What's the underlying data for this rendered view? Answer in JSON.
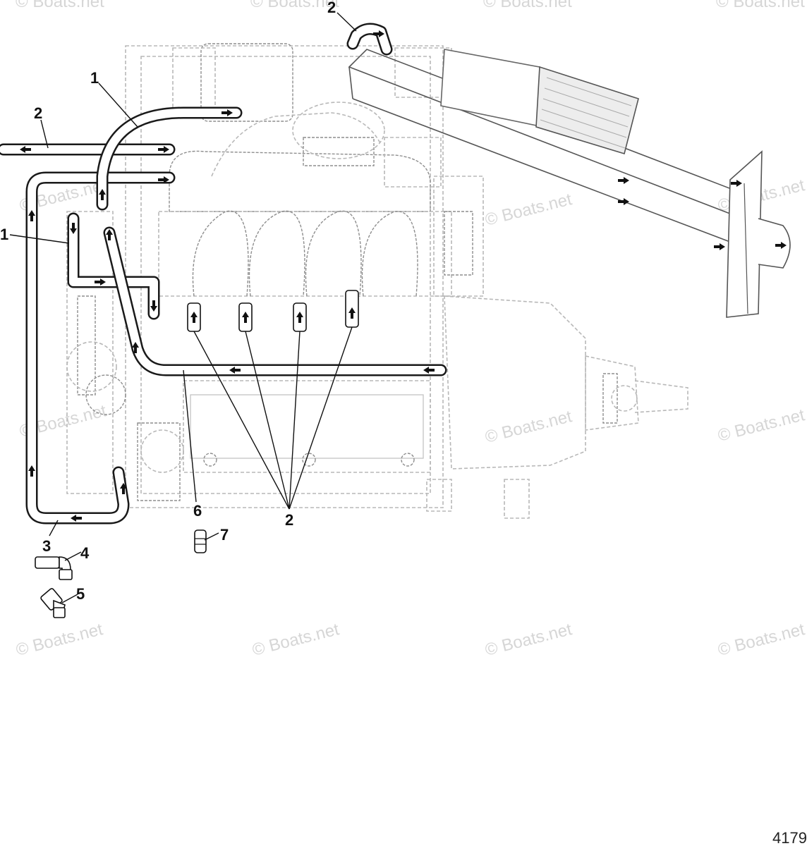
{
  "diagram": {
    "figure_number": "4179",
    "watermark_text": "© Boats.net",
    "callouts": [
      {
        "id": "c1-top",
        "text": "1"
      },
      {
        "id": "c1-left",
        "text": "1"
      },
      {
        "id": "c2-top",
        "text": "2"
      },
      {
        "id": "c2-left",
        "text": "2"
      },
      {
        "id": "c2-bottom",
        "text": "2"
      },
      {
        "id": "c3",
        "text": "3"
      },
      {
        "id": "c4",
        "text": "4"
      },
      {
        "id": "c5",
        "text": "5"
      },
      {
        "id": "c6",
        "text": "6"
      },
      {
        "id": "c7",
        "text": "7"
      }
    ],
    "colors": {
      "hose": "#1a1a1a",
      "engine_lines": "#b8b8b8",
      "watermark": "#d6d6d6"
    }
  }
}
